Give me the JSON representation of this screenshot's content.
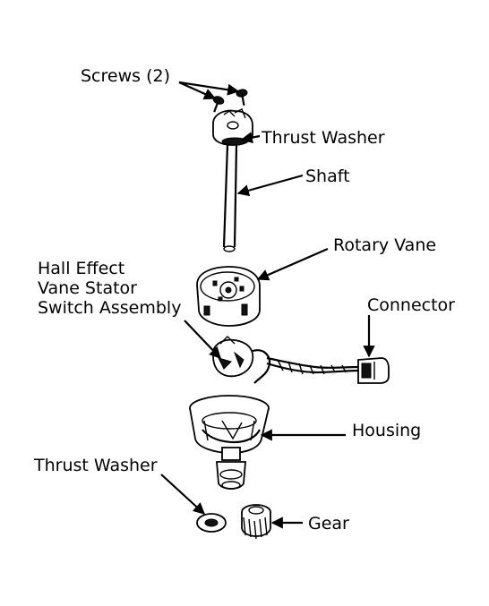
{
  "labels": {
    "screws": "Screws (2)",
    "thrust_washer_top": "Thrust Washer",
    "shaft": "Shaft",
    "rotary_vane": "Rotary Vane",
    "hall_line1": "Hall Effect",
    "hall_line2": "Vane Stator",
    "hall_line3": "Switch Assembly",
    "connector": "Connector",
    "housing": "Housing",
    "thrust_washer_bottom": "Thrust Washer",
    "gear": "Gear"
  }
}
